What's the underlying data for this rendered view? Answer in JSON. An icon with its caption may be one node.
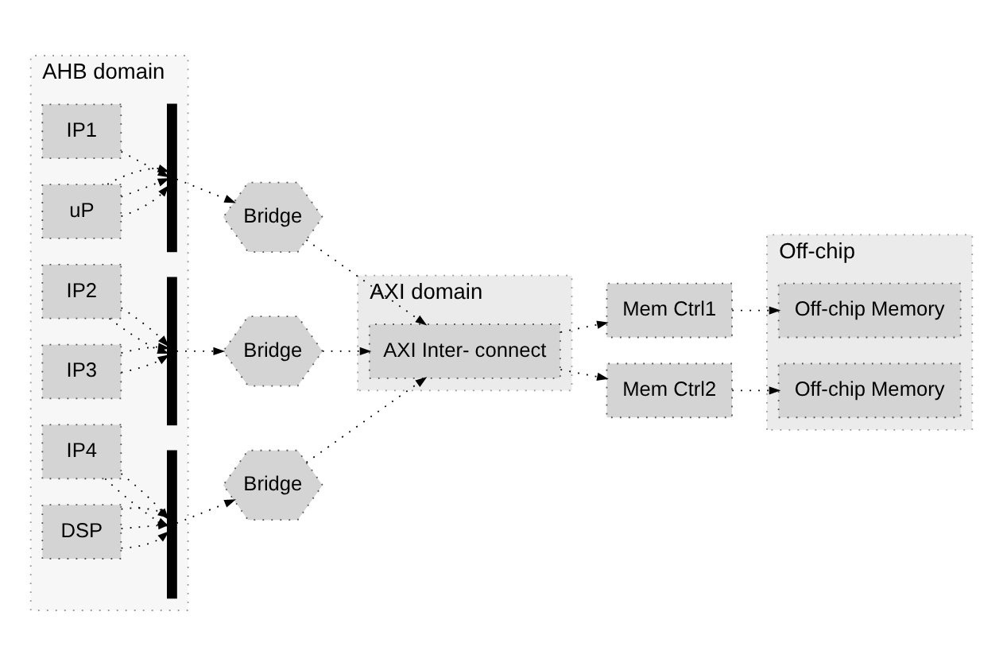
{
  "diagram": {
    "nodes": [
      {
        "text": [
          "AHB domain"
        ]
      },
      {
        "text": [
          "IP1"
        ],
        "in": 0
      },
      {
        "text": [
          "uP"
        ],
        "in": 0
      },
      {
        "text": [],
        "shape": "bar",
        "in": 0
      },
      {
        "text": [
          "IP2"
        ],
        "in": 0
      },
      {
        "text": [
          "IP3"
        ],
        "in": 0
      },
      {
        "text": [],
        "shape": "bar",
        "in": 0
      },
      {
        "text": [
          "IP4"
        ],
        "in": 0
      },
      {
        "text": [
          "DSP"
        ],
        "in": 0
      },
      {
        "text": [],
        "shape": "bar",
        "in": 0
      },
      {
        "text": [
          "AXI domain"
        ]
      },
      {
        "text": [
          "AXI Inter- connect"
        ],
        "in": 10
      },
      {
        "text": [
          "Off-chip"
        ]
      },
      {
        "text": [
          "Bridge"
        ]
      },
      {
        "text": [
          "Bridge"
        ]
      },
      {
        "text": [
          "Bridge"
        ]
      },
      {
        "text": [
          "Mem Ctrl1"
        ]
      },
      {
        "text": [
          "Mem Ctrl2"
        ]
      },
      {
        "text": [
          "Off-chip Memory"
        ],
        "in": 12
      },
      {
        "text": [
          "Off-chip Memory"
        ],
        "in": 12
      }
    ],
    "edges": [
      {
        "from": 1,
        "to": 3,
        "arrow": "to"
      },
      {
        "from": 2,
        "to": 3,
        "arrow": "to"
      },
      {
        "from": 2,
        "to": 3,
        "arrow": "to"
      },
      {
        "from": 2,
        "to": 3,
        "arrow": "to"
      },
      {
        "from": 4,
        "to": 6,
        "arrow": "to"
      },
      {
        "from": 4,
        "to": 6,
        "arrow": "to"
      },
      {
        "from": 5,
        "to": 6,
        "arrow": "to"
      },
      {
        "from": 5,
        "to": 6,
        "arrow": "to"
      },
      {
        "from": 7,
        "to": 9,
        "arrow": "to"
      },
      {
        "from": 7,
        "to": 9,
        "arrow": "to"
      },
      {
        "from": 8,
        "to": 9,
        "arrow": "to"
      },
      {
        "from": 8,
        "to": 9,
        "arrow": "to"
      },
      {
        "from": 8,
        "to": 9,
        "arrow": "to"
      },
      {
        "from": 3,
        "to": 13,
        "arrow": "to"
      },
      {
        "from": 6,
        "to": 14,
        "arrow": "to"
      },
      {
        "from": 9,
        "to": 15,
        "arrow": "to"
      },
      {
        "from": 13,
        "to": 11,
        "arrow": "to"
      },
      {
        "from": 14,
        "to": 11,
        "arrow": "to"
      },
      {
        "from": 15,
        "to": 11,
        "arrow": "to"
      },
      {
        "from": 11,
        "to": 16,
        "arrow": "to"
      },
      {
        "from": 11,
        "to": 17,
        "arrow": "to"
      },
      {
        "from": 16,
        "to": 18,
        "arrow": "to"
      },
      {
        "from": 17,
        "to": 19,
        "arrow": "to"
      }
    ]
  }
}
